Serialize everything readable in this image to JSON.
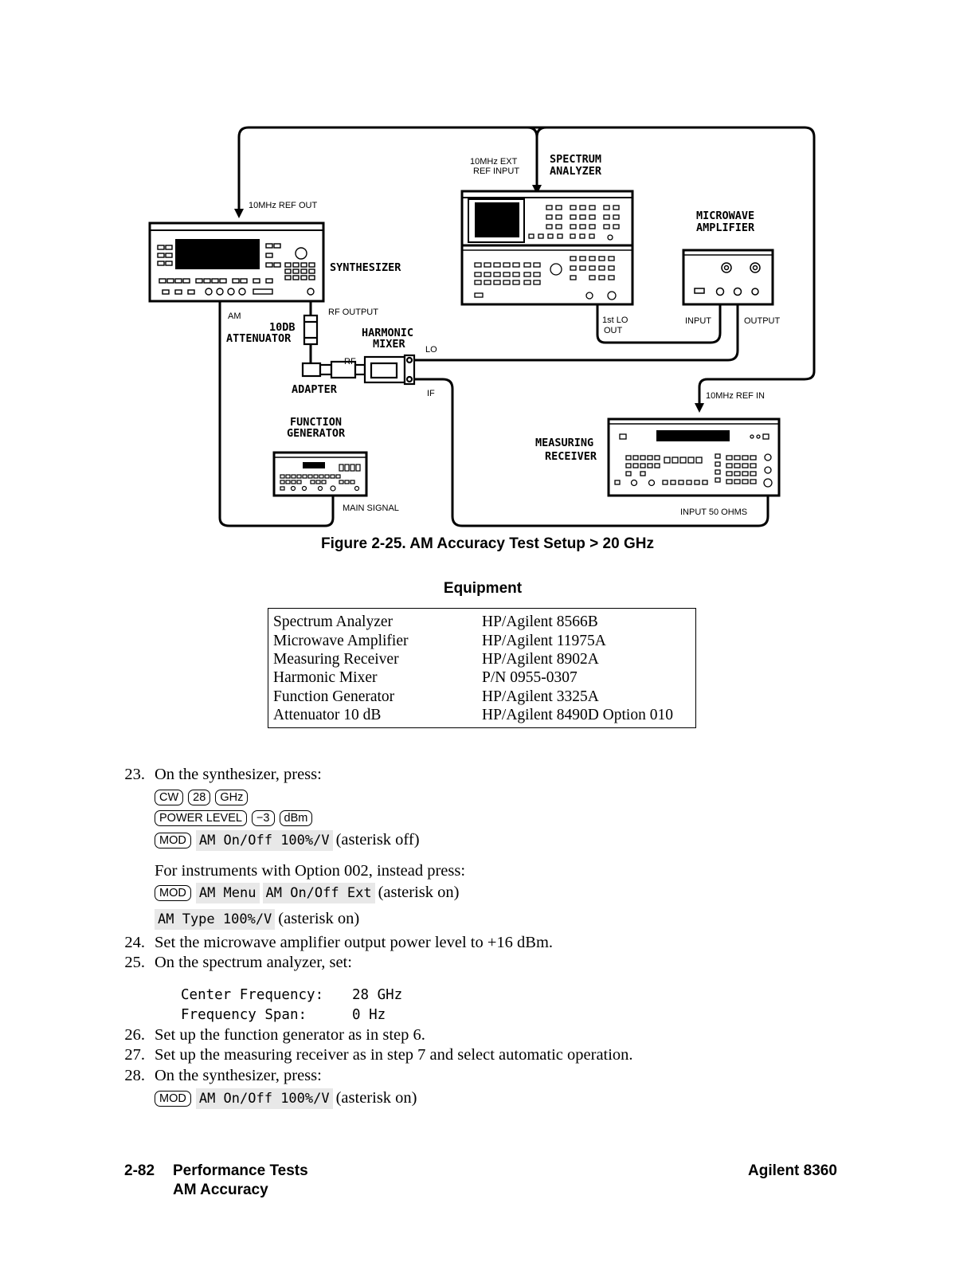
{
  "diagram": {
    "labels": {
      "ref_out": "10MHz  REF  OUT",
      "ext_ref_in_1": "10MHz  EXT",
      "ext_ref_in_2": "REF  INPUT",
      "spectrum_analyzer_1": "SPECTRUM",
      "spectrum_analyzer_2": "ANALYZER",
      "microwave_amp_1": "MICROWAVE",
      "microwave_amp_2": "AMPLIFIER",
      "synthesizer": "SYNTHESIZER",
      "am": "AM",
      "rf_output": "RF  OUTPUT",
      "attenuator_1": "10DB",
      "attenuator_2": "ATTENUATOR",
      "harmonic_mixer_1": "HARMONIC",
      "harmonic_mixer_2": "MIXER",
      "lo": "LO",
      "rf": "RF",
      "if": "IF",
      "adapter": "ADAPTER",
      "first_lo_out_1": "1st  LO",
      "first_lo_out_2": "OUT",
      "input": "INPUT",
      "output": "OUTPUT",
      "ref_in": "10MHz  REF  IN",
      "function_gen_1": "FUNCTION",
      "function_gen_2": "GENERATOR",
      "measuring_receiver_1": "MEASURING",
      "measuring_receiver_2": "RECEIVER",
      "main_signal": "MAIN  SIGNAL",
      "input_50": "INPUT  50  OHMS"
    }
  },
  "figure_caption": "Figure 2-25. AM Accuracy Test Setup > 20 GHz",
  "equipment": {
    "heading": "Equipment",
    "rows": [
      {
        "name": "Spectrum Analyzer",
        "model": "HP/Agilent 8566B"
      },
      {
        "name": "Microwave Amplifier",
        "model": "HP/Agilent 11975A"
      },
      {
        "name": "Measuring Receiver",
        "model": "HP/Agilent 8902A"
      },
      {
        "name": "Harmonic Mixer",
        "model": "P/N 0955-0307"
      },
      {
        "name": "Function Generator",
        "model": "HP/Agilent 3325A"
      },
      {
        "name": "Attenuator 10 dB",
        "model": "HP/Agilent 8490D Option 010"
      }
    ]
  },
  "steps": {
    "s23": {
      "num": "23.",
      "text": "On the synthesizer, press:"
    },
    "keys1": [
      "CW",
      "28",
      "GHz"
    ],
    "keys2": [
      "POWER LEVEL",
      "−3",
      "dBm"
    ],
    "line_mod1": {
      "key": "MOD",
      "soft": "AM On/Off 100%/V",
      "note": "(asterisk off)"
    },
    "opt002": "For instruments with Option 002, instead press:",
    "line_mod2": {
      "key": "MOD",
      "soft1": "AM Menu",
      "soft2": "AM On/Off Ext",
      "note": "(asterisk on)"
    },
    "line_amtype": {
      "soft": "AM Type 100%/V",
      "note": "(asterisk on)"
    },
    "s24": {
      "num": "24.",
      "text": "Set the microwave amplifier output power level to +16 dBm."
    },
    "s25": {
      "num": "25.",
      "text": "On the spectrum analyzer, set:"
    },
    "settings": [
      {
        "label": "Center Frequency:",
        "value": "28 GHz"
      },
      {
        "label": "Frequency Span:",
        "value": "0 Hz"
      }
    ],
    "s26": {
      "num": "26.",
      "text": "Set up the function generator as in step 6."
    },
    "s27": {
      "num": "27.",
      "text": "Set up the measuring receiver as in step 7 and select automatic operation."
    },
    "s28": {
      "num": "28.",
      "text": "On the synthesizer, press:"
    },
    "line_mod3": {
      "key": "MOD",
      "soft": "AM On/Off 100%/V",
      "note": "(asterisk on)"
    }
  },
  "footer": {
    "page": "2-82",
    "section": "Performance Tests",
    "subsection": "AM Accuracy",
    "product": "Agilent 8360"
  }
}
